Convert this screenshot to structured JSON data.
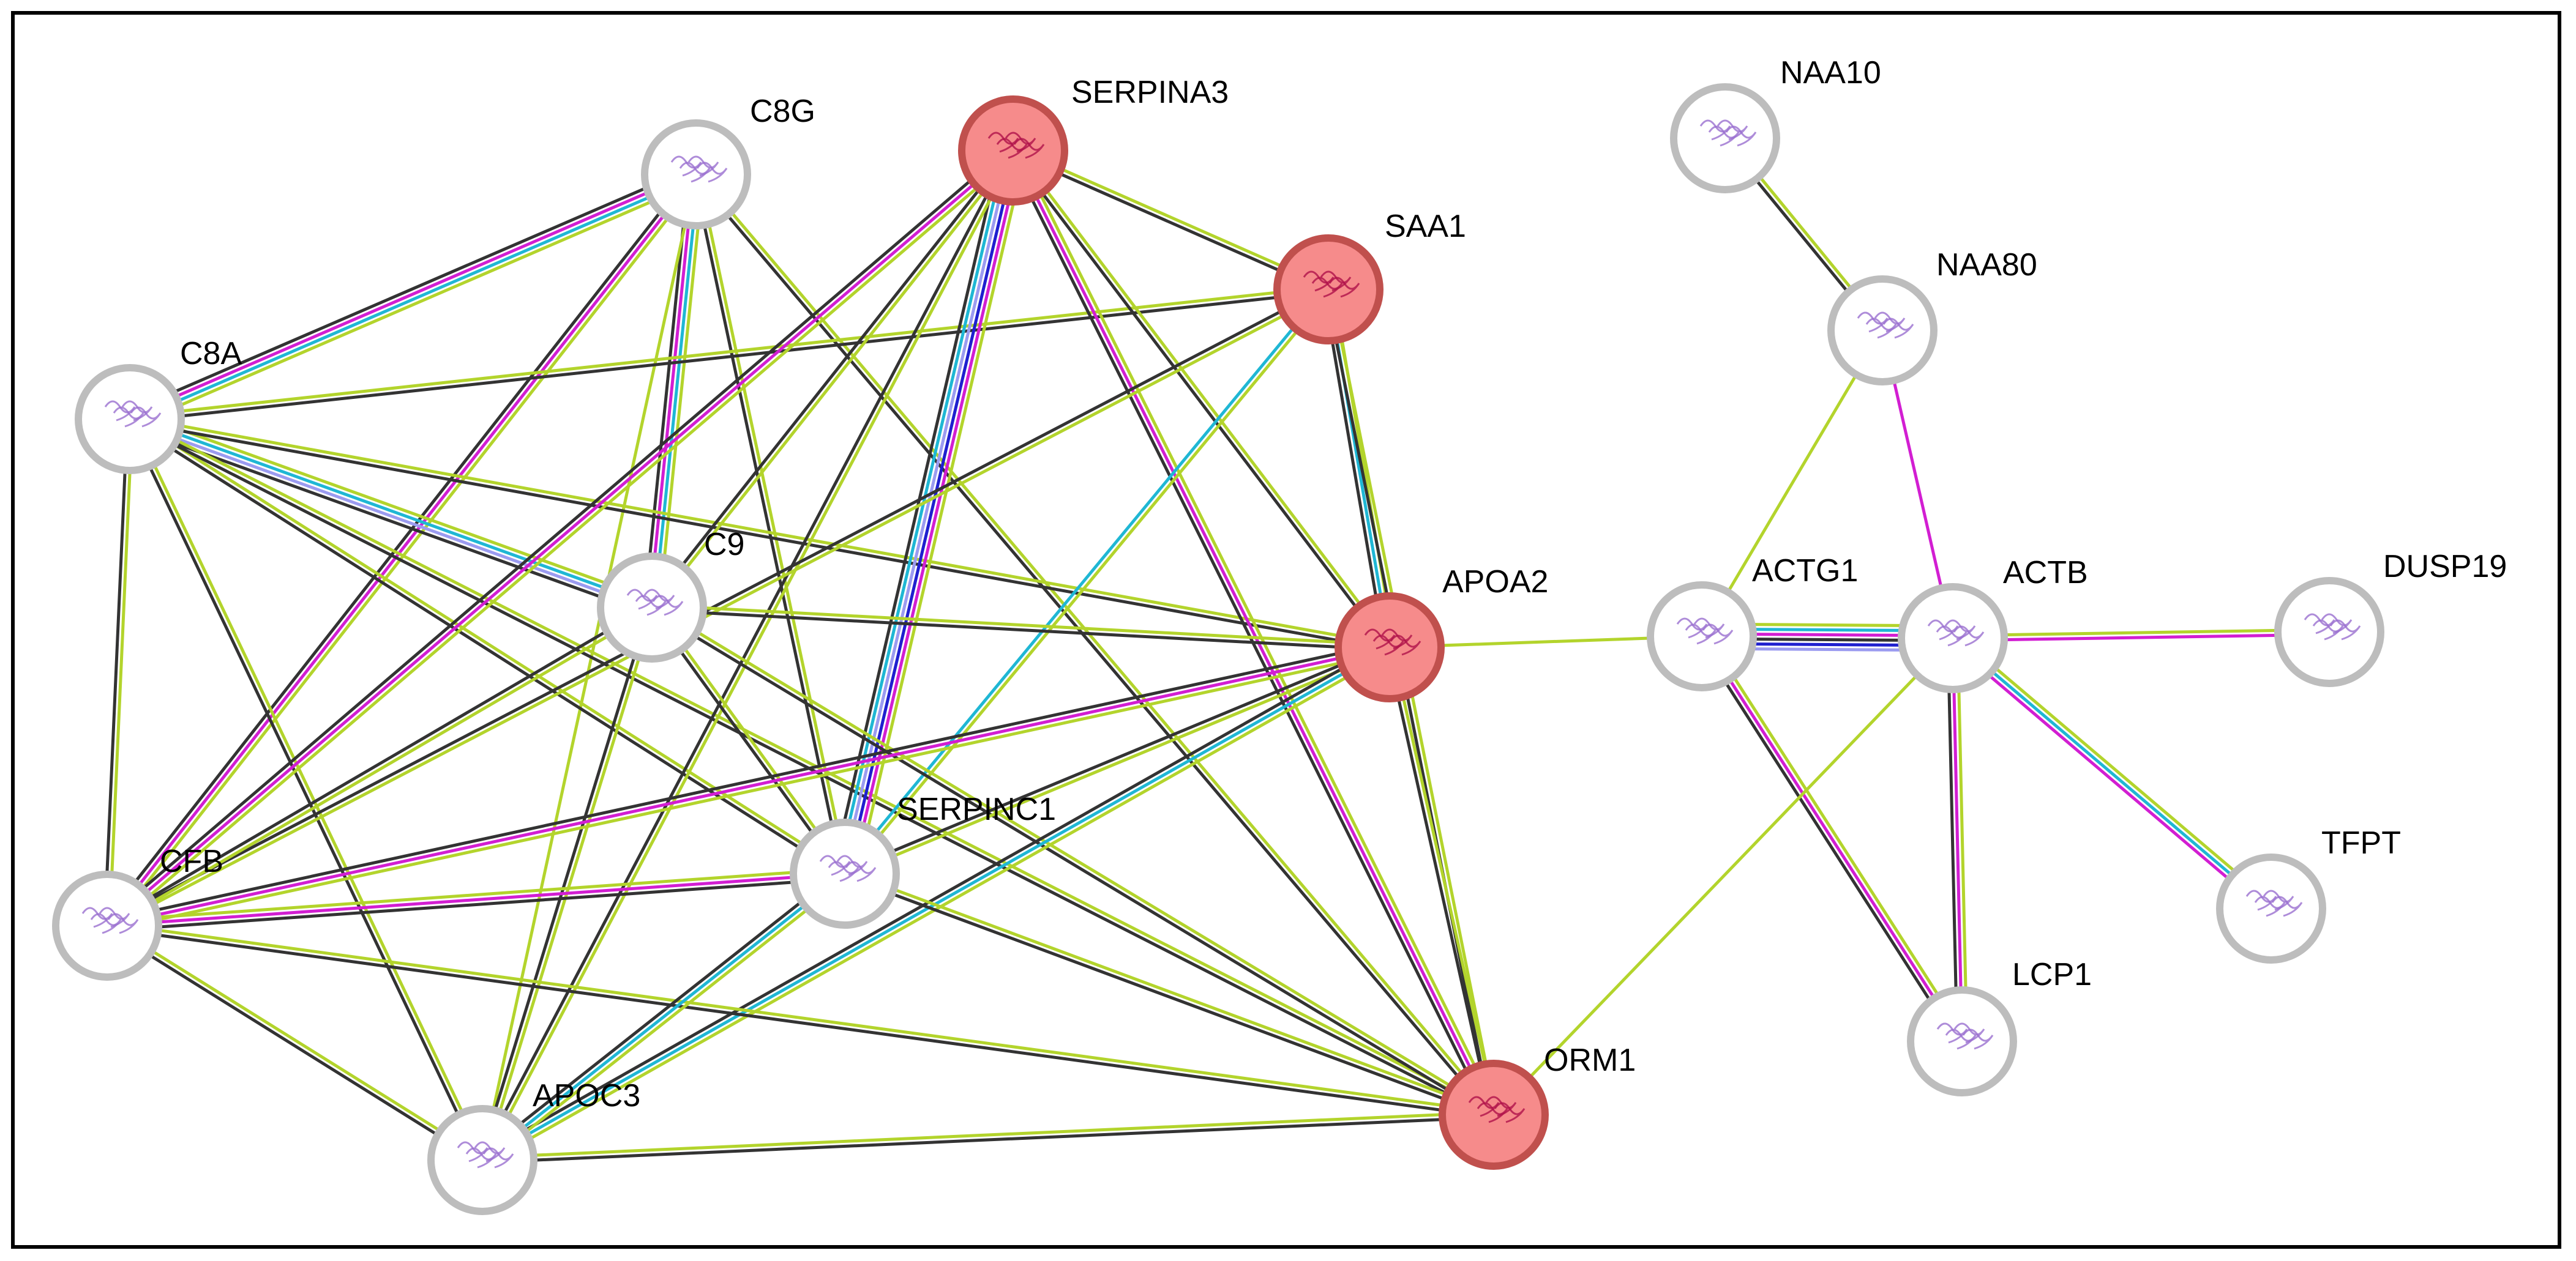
{
  "colors": {
    "background": "#ffffff",
    "frame": "#000000",
    "node_fill_default": "#ffffff",
    "node_fill_highlight": "#f68b8b",
    "node_ring_default": "#bdbdbd",
    "node_ring_highlight": "#c0504d"
  },
  "evidence_colors": {
    "textmining": "#b3d42c",
    "coexpression": "#333333",
    "experiments": "#d21ed2",
    "database": "#1fb7d4",
    "homology": "#9b9bf0",
    "cooccurrence": "#1f1fcf"
  },
  "nodes": [
    {
      "id": "SERPINA3",
      "label": "SERPINA3",
      "highlight": true,
      "icon": "protein-structure-icon"
    },
    {
      "id": "SAA1",
      "label": "SAA1",
      "highlight": true,
      "icon": "protein-structure-icon"
    },
    {
      "id": "APOA2",
      "label": "APOA2",
      "highlight": true,
      "icon": "protein-structure-icon"
    },
    {
      "id": "ORM1",
      "label": "ORM1",
      "highlight": true,
      "icon": "protein-structure-icon"
    },
    {
      "id": "C8G",
      "label": "C8G",
      "highlight": false,
      "icon": "protein-structure-icon"
    },
    {
      "id": "C8A",
      "label": "C8A",
      "highlight": false,
      "icon": "protein-structure-icon"
    },
    {
      "id": "C9",
      "label": "C9",
      "highlight": false,
      "icon": "protein-structure-icon"
    },
    {
      "id": "CFB",
      "label": "CFB",
      "highlight": false,
      "icon": "protein-structure-icon"
    },
    {
      "id": "SERPINC1",
      "label": "SERPINC1",
      "highlight": false,
      "icon": "protein-structure-icon"
    },
    {
      "id": "APOC3",
      "label": "APOC3",
      "highlight": false,
      "icon": "protein-structure-icon"
    },
    {
      "id": "NAA10",
      "label": "NAA10",
      "highlight": false,
      "icon": "protein-structure-icon"
    },
    {
      "id": "NAA80",
      "label": "NAA80",
      "highlight": false,
      "icon": "protein-structure-icon"
    },
    {
      "id": "ACTG1",
      "label": "ACTG1",
      "highlight": false,
      "icon": "protein-structure-icon"
    },
    {
      "id": "ACTB",
      "label": "ACTB",
      "highlight": false,
      "icon": "protein-structure-icon"
    },
    {
      "id": "DUSP19",
      "label": "DUSP19",
      "highlight": false,
      "icon": "protein-structure-icon"
    },
    {
      "id": "TFPT",
      "label": "TFPT",
      "highlight": false,
      "icon": "protein-structure-icon"
    },
    {
      "id": "LCP1",
      "label": "LCP1",
      "highlight": false,
      "icon": "protein-structure-icon"
    }
  ],
  "edges": [
    {
      "source": "C8G",
      "target": "C8A",
      "evidence": [
        "textmining",
        "database",
        "experiments",
        "coexpression"
      ]
    },
    {
      "source": "C8G",
      "target": "C9",
      "evidence": [
        "textmining",
        "database",
        "experiments",
        "coexpression"
      ]
    },
    {
      "source": "C8G",
      "target": "CFB",
      "evidence": [
        "textmining",
        "experiments",
        "coexpression"
      ]
    },
    {
      "source": "C8G",
      "target": "SERPINC1",
      "evidence": [
        "textmining",
        "coexpression"
      ]
    },
    {
      "source": "C8G",
      "target": "APOC3",
      "evidence": [
        "textmining"
      ]
    },
    {
      "source": "C8G",
      "target": "ORM1",
      "evidence": [
        "textmining",
        "coexpression"
      ]
    },
    {
      "source": "C8A",
      "target": "SAA1",
      "evidence": [
        "textmining",
        "coexpression"
      ]
    },
    {
      "source": "C8A",
      "target": "C9",
      "evidence": [
        "textmining",
        "database",
        "homology",
        "coexpression"
      ]
    },
    {
      "source": "C8A",
      "target": "APOA2",
      "evidence": [
        "textmining",
        "coexpression"
      ]
    },
    {
      "source": "C8A",
      "target": "CFB",
      "evidence": [
        "textmining",
        "coexpression"
      ]
    },
    {
      "source": "C8A",
      "target": "SERPINC1",
      "evidence": [
        "textmining",
        "coexpression"
      ]
    },
    {
      "source": "C8A",
      "target": "APOC3",
      "evidence": [
        "textmining",
        "coexpression"
      ]
    },
    {
      "source": "C8A",
      "target": "ORM1",
      "evidence": [
        "textmining",
        "coexpression"
      ]
    },
    {
      "source": "SERPINA3",
      "target": "SAA1",
      "evidence": [
        "textmining",
        "coexpression"
      ]
    },
    {
      "source": "SERPINA3",
      "target": "CFB",
      "evidence": [
        "textmining",
        "experiments",
        "coexpression"
      ]
    },
    {
      "source": "SERPINA3",
      "target": "C9",
      "evidence": [
        "textmining",
        "coexpression"
      ]
    },
    {
      "source": "SERPINA3",
      "target": "SERPINC1",
      "evidence": [
        "textmining",
        "experiments",
        "cooccurrence",
        "homology",
        "database",
        "coexpression"
      ]
    },
    {
      "source": "SERPINA3",
      "target": "APOC3",
      "evidence": [
        "textmining",
        "coexpression"
      ]
    },
    {
      "source": "SERPINA3",
      "target": "APOA2",
      "evidence": [
        "textmining",
        "coexpression"
      ]
    },
    {
      "source": "SERPINA3",
      "target": "ORM1",
      "evidence": [
        "textmining",
        "experiments",
        "coexpression"
      ]
    },
    {
      "source": "SAA1",
      "target": "APOA2",
      "evidence": [
        "textmining",
        "database",
        "coexpression"
      ]
    },
    {
      "source": "SAA1",
      "target": "SERPINC1",
      "evidence": [
        "textmining",
        "database"
      ]
    },
    {
      "source": "SAA1",
      "target": "CFB",
      "evidence": [
        "textmining",
        "coexpression"
      ]
    },
    {
      "source": "SAA1",
      "target": "ORM1",
      "evidence": [
        "textmining",
        "coexpression"
      ]
    },
    {
      "source": "C9",
      "target": "APOA2",
      "evidence": [
        "textmining",
        "coexpression"
      ]
    },
    {
      "source": "C9",
      "target": "CFB",
      "evidence": [
        "textmining",
        "coexpression"
      ]
    },
    {
      "source": "C9",
      "target": "SERPINC1",
      "evidence": [
        "textmining",
        "coexpression"
      ]
    },
    {
      "source": "C9",
      "target": "APOC3",
      "evidence": [
        "textmining",
        "coexpression"
      ]
    },
    {
      "source": "C9",
      "target": "ORM1",
      "evidence": [
        "textmining",
        "coexpression"
      ]
    },
    {
      "source": "APOA2",
      "target": "CFB",
      "evidence": [
        "textmining",
        "experiments",
        "coexpression"
      ]
    },
    {
      "source": "APOA2",
      "target": "SERPINC1",
      "evidence": [
        "textmining",
        "coexpression"
      ]
    },
    {
      "source": "APOA2",
      "target": "APOC3",
      "evidence": [
        "textmining",
        "database",
        "coexpression"
      ]
    },
    {
      "source": "APOA2",
      "target": "ORM1",
      "evidence": [
        "textmining",
        "coexpression"
      ]
    },
    {
      "source": "APOA2",
      "target": "ACTG1",
      "evidence": [
        "textmining"
      ]
    },
    {
      "source": "CFB",
      "target": "SERPINC1",
      "evidence": [
        "textmining",
        "experiments",
        "coexpression"
      ]
    },
    {
      "source": "CFB",
      "target": "APOC3",
      "evidence": [
        "textmining",
        "coexpression"
      ]
    },
    {
      "source": "CFB",
      "target": "ORM1",
      "evidence": [
        "textmining",
        "coexpression"
      ]
    },
    {
      "source": "SERPINC1",
      "target": "APOC3",
      "evidence": [
        "textmining",
        "database",
        "coexpression"
      ]
    },
    {
      "source": "SERPINC1",
      "target": "ORM1",
      "evidence": [
        "textmining",
        "coexpression"
      ]
    },
    {
      "source": "APOC3",
      "target": "ORM1",
      "evidence": [
        "textmining",
        "coexpression"
      ]
    },
    {
      "source": "NAA10",
      "target": "NAA80",
      "evidence": [
        "textmining",
        "coexpression"
      ]
    },
    {
      "source": "NAA80",
      "target": "ACTG1",
      "evidence": [
        "textmining"
      ]
    },
    {
      "source": "NAA80",
      "target": "ACTB",
      "evidence": [
        "experiments"
      ]
    },
    {
      "source": "ACTG1",
      "target": "ACTB",
      "evidence": [
        "textmining",
        "database",
        "experiments",
        "coexpression",
        "cooccurrence",
        "homology"
      ]
    },
    {
      "source": "ACTG1",
      "target": "LCP1",
      "evidence": [
        "textmining",
        "experiments",
        "coexpression"
      ]
    },
    {
      "source": "ACTB",
      "target": "ORM1",
      "evidence": [
        "textmining"
      ]
    },
    {
      "source": "ACTB",
      "target": "DUSP19",
      "evidence": [
        "textmining",
        "experiments"
      ]
    },
    {
      "source": "ACTB",
      "target": "TFPT",
      "evidence": [
        "textmining",
        "database",
        "experiments"
      ]
    },
    {
      "source": "ACTB",
      "target": "LCP1",
      "evidence": [
        "textmining",
        "experiments",
        "coexpression"
      ]
    }
  ]
}
